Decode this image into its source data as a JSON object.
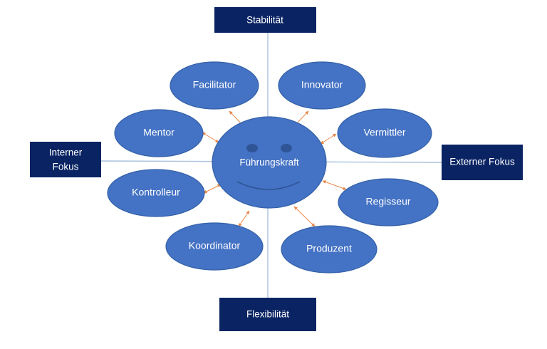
{
  "axes": {
    "top": "Stabilität",
    "bottom": "Flexibilität",
    "left_line1": "Interner",
    "left_line2": "Fokus",
    "right": "Externer Fokus"
  },
  "center": {
    "label": "Führungskraft"
  },
  "roles": {
    "facilitator": "Facilitator",
    "innovator": "Innovator",
    "mentor": "Mentor",
    "vermittler": "Vermittler",
    "kontrolleur": "Kontrolleur",
    "regisseur": "Regisseur",
    "koordinator": "Koordinator",
    "produzent": "Produzent"
  },
  "colors": {
    "role_fill": "#4472c4",
    "box_fill": "#0a2463",
    "arrow": "#e8884a",
    "axis_line": "#a9c1dd"
  }
}
